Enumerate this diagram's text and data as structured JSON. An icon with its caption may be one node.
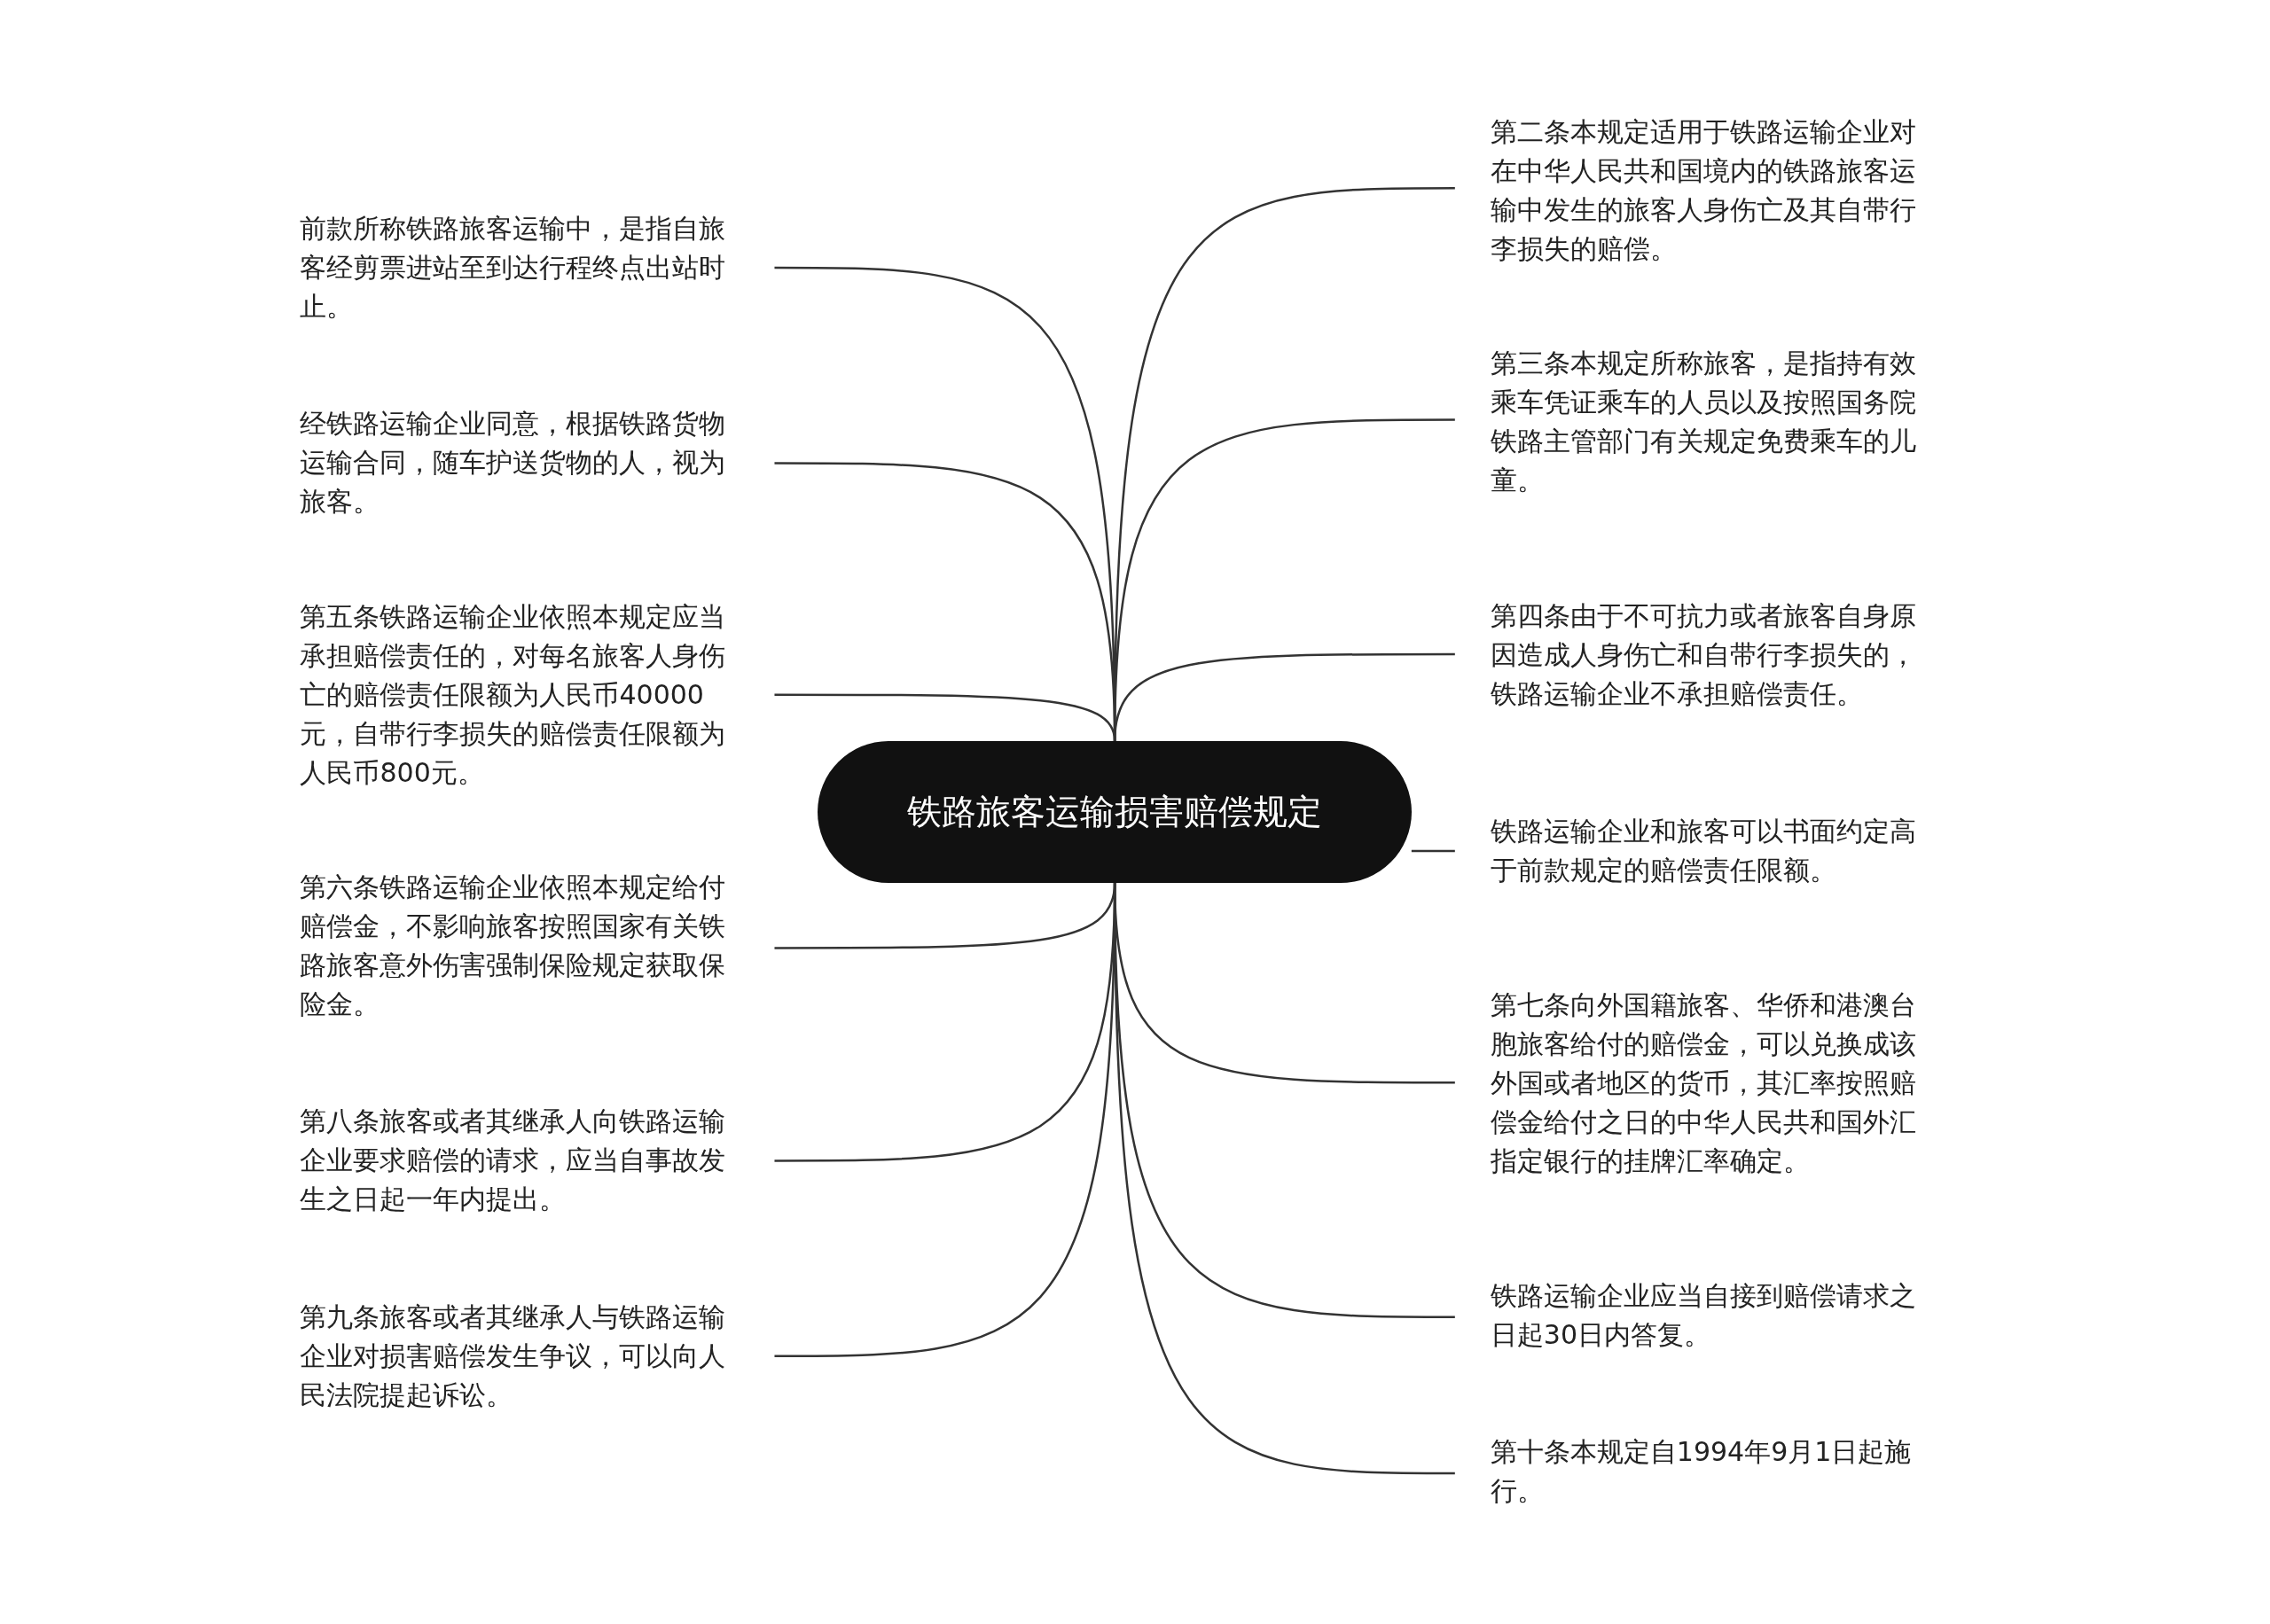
{
  "diagram": {
    "nodes": [
      {
        "text": [
          "铁路旅客运输损害赔偿规定"
        ]
      },
      {
        "text": [
          "前款所称铁路旅客运输中，是指自旅客经剪票进站至到达行程终点出站时止。"
        ]
      },
      {
        "text": [
          "经铁路运输企业同意，根据铁路货物运输合同，随车护送货物的人，视为旅客。"
        ]
      },
      {
        "text": [
          "第五条铁路运输企业依照本规定应当承担赔偿责任的，对每名旅客人身伤亡的赔偿责任限额为人民币40000元，自带行李损失的赔偿责任限额为人民币800元。"
        ]
      },
      {
        "text": [
          "第六条铁路运输企业依照本规定给付赔偿金，不影响旅客按照国家有关铁路旅客意外伤害强制保险规定获取保险金。"
        ]
      },
      {
        "text": [
          "第八条旅客或者其继承人向铁路运输企业要求赔偿的请求，应当自事故发生之日起一年内提出。"
        ]
      },
      {
        "text": [
          "第九条旅客或者其继承人与铁路运输企业对损害赔偿发生争议，可以向人民法院提起诉讼。"
        ]
      },
      {
        "text": [
          "第二条本规定适用于铁路运输企业对在中华人民共和国境内的铁路旅客运输中发生的旅客人身伤亡及其自带行李损失的赔偿。"
        ]
      },
      {
        "text": [
          "第三条本规定所称旅客，是指持有效乘车凭证乘车的人员以及按照国务院铁路主管部门有关规定免费乘车的儿童。"
        ]
      },
      {
        "text": [
          "第四条由于不可抗力或者旅客自身原因造成人身伤亡和自带行李损失的，铁路运输企业不承担赔偿责任。"
        ]
      },
      {
        "text": [
          "铁路运输企业和旅客可以书面约定高于前款规定的赔偿责任限额。"
        ]
      },
      {
        "text": [
          "第七条向外国籍旅客、华侨和港澳台胞旅客给付的赔偿金，可以兑换成该外国或者地区的货币，其汇率按照赔偿金给付之日的中华人民共和国外汇指定银行的挂牌汇率确定。"
        ]
      },
      {
        "text": [
          "铁路运输企业应当自接到赔偿请求之日起30日内答复。"
        ]
      },
      {
        "text": [
          "第十条本规定自1994年9月1日起施行。"
        ]
      }
    ],
    "edges": [
      {
        "from": 0,
        "to": 1,
        "arrow": "none"
      },
      {
        "from": 0,
        "to": 2,
        "arrow": "none"
      },
      {
        "from": 0,
        "to": 3,
        "arrow": "none"
      },
      {
        "from": 0,
        "to": 4,
        "arrow": "none"
      },
      {
        "from": 0,
        "to": 5,
        "arrow": "none"
      },
      {
        "from": 0,
        "to": 6,
        "arrow": "none"
      },
      {
        "from": 0,
        "to": 7,
        "arrow": "none"
      },
      {
        "from": 0,
        "to": 8,
        "arrow": "none"
      },
      {
        "from": 0,
        "to": 9,
        "arrow": "none"
      },
      {
        "from": 0,
        "to": 10,
        "arrow": "none"
      },
      {
        "from": 0,
        "to": 11,
        "arrow": "none"
      },
      {
        "from": 0,
        "to": 12,
        "arrow": "none"
      },
      {
        "from": 0,
        "to": 13,
        "arrow": "none"
      }
    ]
  }
}
